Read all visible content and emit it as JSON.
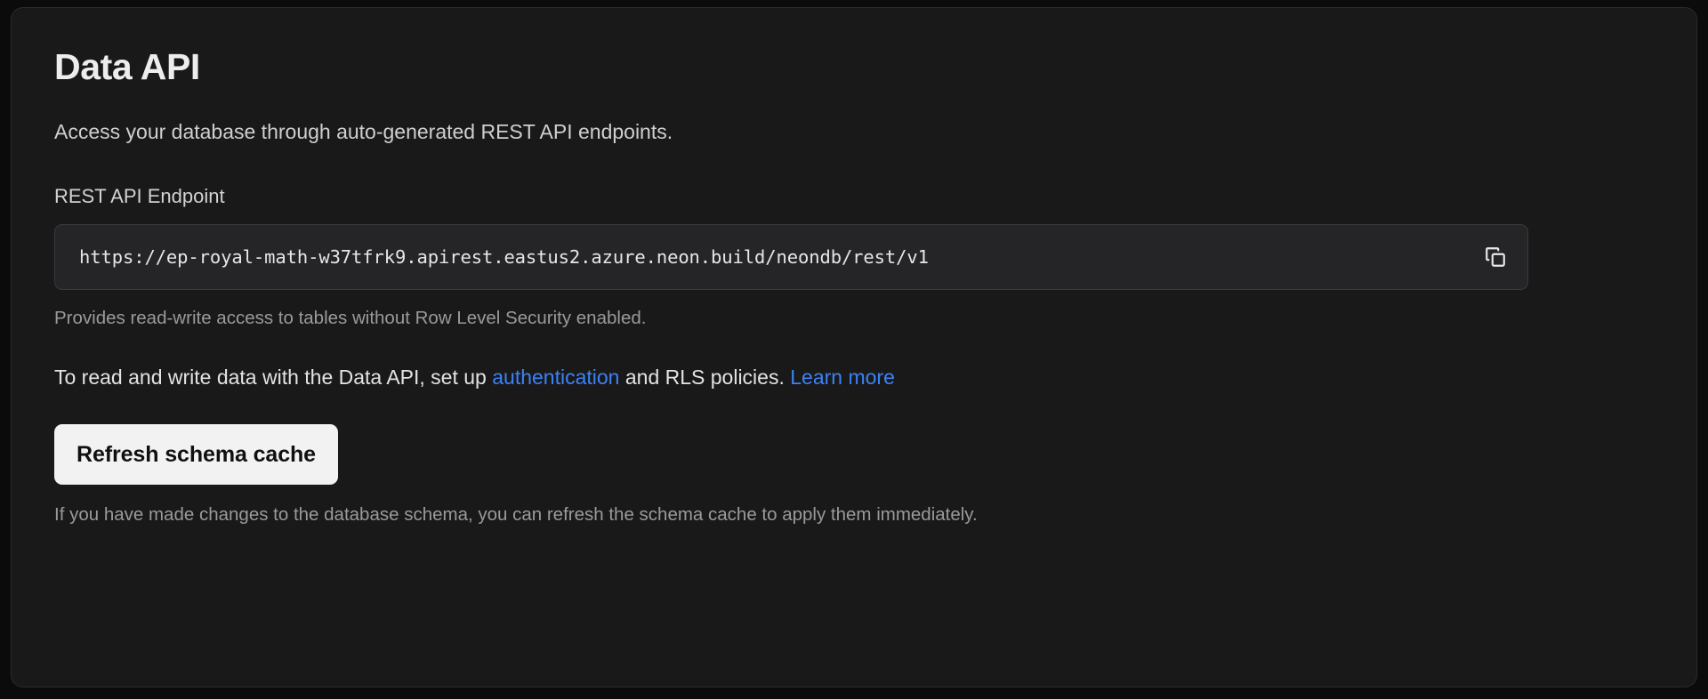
{
  "card": {
    "title": "Data API",
    "description": "Access your database through auto-generated REST API endpoints.",
    "endpoint": {
      "label": "REST API Endpoint",
      "value": "https://ep-royal-math-w37tfrk9.apirest.eastus2.azure.neon.build/neondb/rest/v1",
      "copy_icon": "copy-icon",
      "helper": "Provides read-write access to tables without Row Level Security enabled."
    },
    "rls": {
      "text_before": "To read and write data with the Data API, set up ",
      "auth_link": "authentication",
      "text_middle": " and RLS policies. ",
      "learn_more_link": "Learn more"
    },
    "refresh": {
      "label": "Refresh schema cache",
      "footnote": "If you have made changes to the database schema, you can refresh the schema cache to apply them immediately."
    }
  },
  "colors": {
    "page_background": "#0b0b0c",
    "card_background": "#191919",
    "card_border": "#2b2b2d",
    "input_background": "#252527",
    "input_border": "#3a3a3c",
    "link": "#3b82f6",
    "button_background": "#f2f2f2",
    "button_text": "#101010",
    "heading_text": "#ededed",
    "body_text": "#e3e3e3",
    "muted_text": "#9a9a9a"
  }
}
